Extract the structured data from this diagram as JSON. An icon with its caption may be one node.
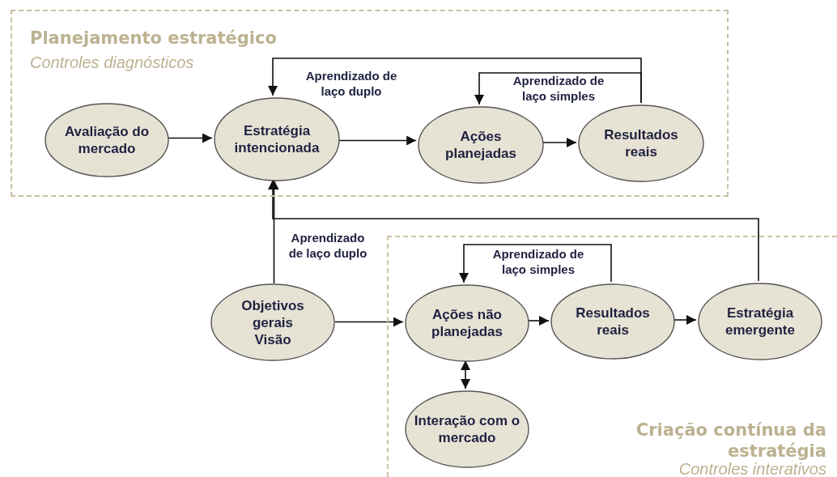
{
  "diagram": {
    "nodes": [
      {
        "text": [
          "Planejamento estratégico",
          "Controles diagnósticos"
        ]
      },
      {
        "text": [
          "Avaliação do mercado"
        ],
        "in": 0
      },
      {
        "text": [
          "Estratégia intencionada"
        ],
        "in": 0
      },
      {
        "text": [
          "Ações planejadas"
        ],
        "in": 0
      },
      {
        "text": [
          "Resultados reais"
        ],
        "in": 0
      },
      {
        "text": [
          "Criação contínua da estratégia",
          "Controles interativos"
        ]
      },
      {
        "text": [
          "Objetivos gerais Visão"
        ]
      },
      {
        "text": [
          "Ações não planejadas"
        ],
        "in": 5
      },
      {
        "text": [
          "Resultados reais"
        ],
        "in": 5
      },
      {
        "text": [
          "Estratégia emergente"
        ],
        "in": 5
      },
      {
        "text": [
          "Interação com o mercado"
        ],
        "in": 5
      }
    ],
    "edges": [
      {
        "from": 1,
        "to": 2,
        "arrow": "to"
      },
      {
        "from": 2,
        "to": 3,
        "arrow": "to"
      },
      {
        "from": 3,
        "to": 4,
        "arrow": "to"
      },
      {
        "from": 4,
        "to": 2,
        "arrow": "to",
        "label": "Aprendizado de laço duplo"
      },
      {
        "from": 4,
        "to": 3,
        "arrow": "to",
        "label": "Aprendizado de laço simples"
      },
      {
        "from": 6,
        "to": 2,
        "arrow": "to",
        "label": "Aprendizado de laço duplo"
      },
      {
        "from": 9,
        "to": 2,
        "arrow": "to"
      },
      {
        "from": 6,
        "to": 7,
        "arrow": "to"
      },
      {
        "from": 7,
        "to": 8,
        "arrow": "to"
      },
      {
        "from": 8,
        "to": 9,
        "arrow": "to"
      },
      {
        "from": 8,
        "to": 7,
        "arrow": "to",
        "label": "Aprendizado de laço simples"
      },
      {
        "from": 7,
        "to": 10,
        "arrow": "both"
      }
    ]
  }
}
